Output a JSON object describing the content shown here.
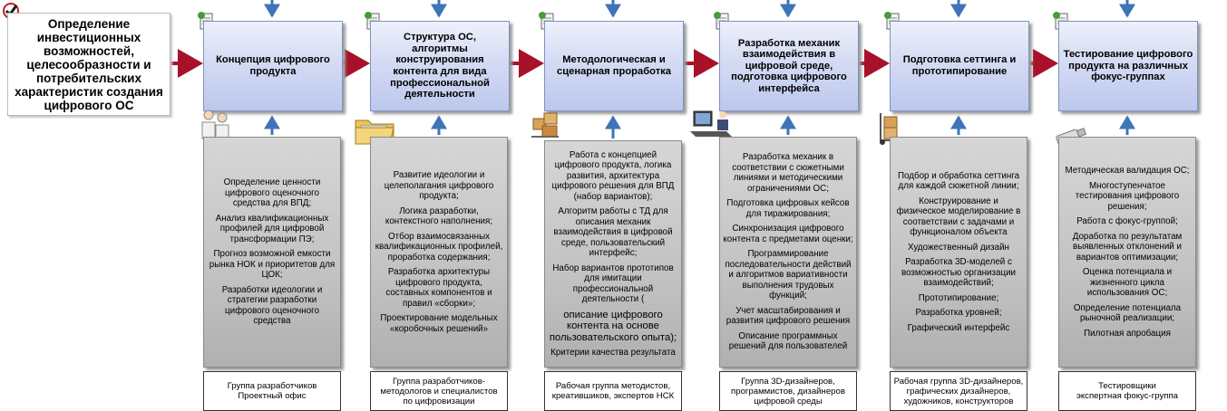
{
  "start": {
    "text": "Определение инвестиционных возможностей, целесообразности и потребительских характеристик создания цифрового ОС"
  },
  "colors": {
    "arrow_red": "#a8112a",
    "arrow_blue": "#3e74b8",
    "stage_fill": "#cbd3f0",
    "activity_fill": "#c4c4c4"
  },
  "stages": [
    {
      "title": "Концепция цифрового продукта",
      "icon": "people-icon",
      "activities": [
        "Определение ценности цифрового оценочного средства для ВПД;",
        "Анализ квалификационных профилей для цифровой трансформации ПЭ;",
        "Прогноз возможной емкости рынка НОК и приоритетов для ЦОК;",
        "Разработки идеологии и стратегии разработки цифрового оценочного средства"
      ],
      "team": "Группа разработчиков\nПроектный офис"
    },
    {
      "title": "Структура ОС, алгоритмы конструирования контента для вида профессиональной деятельности",
      "icon": "folder-icon",
      "activities": [
        "Развитие  идеологии и целеполагания цифрового продукта;",
        "Логика разработки, контекстного наполнения;",
        "Отбор взаимосвязанных квалификационных профилей, проработка содержания;",
        "Разработка архитектуры цифрового продукта, составных компонентов и правил «сборки»;",
        "Проектирование модельных «коробочных решений»"
      ],
      "team": "Группа разработчиков-\nметодологов и специалистов\nпо цифровизации"
    },
    {
      "title": "Методологическая и сценарная проработка",
      "icon": "boxes-icon",
      "activities": [
        "Работа с концепцией цифрового продукта, логика развития, архитектура цифрового решения для ВПД (набор вариантов);",
        "Алгоритм работы с ТД для описания механик взаимодействия в цифровой среде, пользовательский интерфейс;",
        "Набор вариантов прототипов для имитации профессиональной деятельности (",
        "описание цифрового контента на основе пользовательского опыта);",
        "Критерии качества результата"
      ],
      "team": "Рабочая группа методистов,\nкреатившиков, экспертов НСК"
    },
    {
      "title": "Разработка механик взаимодействия в цифровой среде, подготовка цифрового интерфейса",
      "icon": "computer-user-icon",
      "activities": [
        "Разработка механик в соответствии с сюжетными линиями и методическими ограничениями ОС;",
        "Подготовка цифровых кейсов для тиражирования;",
        "Синхронизация цифрового контента с предметами оценки;",
        "Программирование последовательности действий и алгоритмов вариативности выполнения трудовых функций;",
        "Учет масштабирования и развития цифрового решения",
        "Описание программных решений для пользователей"
      ],
      "team": "Группа 3D-дизайнеров,\nпрограммистов, дизайнеров\nцифровой среды"
    },
    {
      "title": "Подготовка сеттинга и прототипирование",
      "icon": "hand-truck-icon",
      "activities": [
        "Подбор и обработка сеттинга для каждой сюжетной линии;",
        "Конструирование и физическое моделирование в соответствии с задачами и функционалом объекта",
        "Художественный дизайн",
        "Разработка 3D-моделей с возможностью организации взаимодействий;",
        "Прототипирование;",
        "Разработка уровней;",
        "Графический интерфейс"
      ],
      "team": "Рабочая группа 3D-дизайнеров,\nграфических дизайнеров,\nхудожников, конструкторов"
    },
    {
      "title": "Тестирование цифрового продукта на различных  фокус-группах",
      "icon": "usb-drive-icon",
      "activities": [
        "Методическая валидация ОС;",
        "Многоступенчатое тестирования цифрового решения;",
        "Работа с фокус-группой;",
        "Доработка по результатам выявленных отклонений и вариантов оптимизации;",
        "Оценка потенциала и жизненного цикла использования ОС;",
        "Определение потенциала рыночной реализации;",
        "Пилотная апробация"
      ],
      "team": "Тестировщики\nэкспертная фокус-группа"
    }
  ]
}
